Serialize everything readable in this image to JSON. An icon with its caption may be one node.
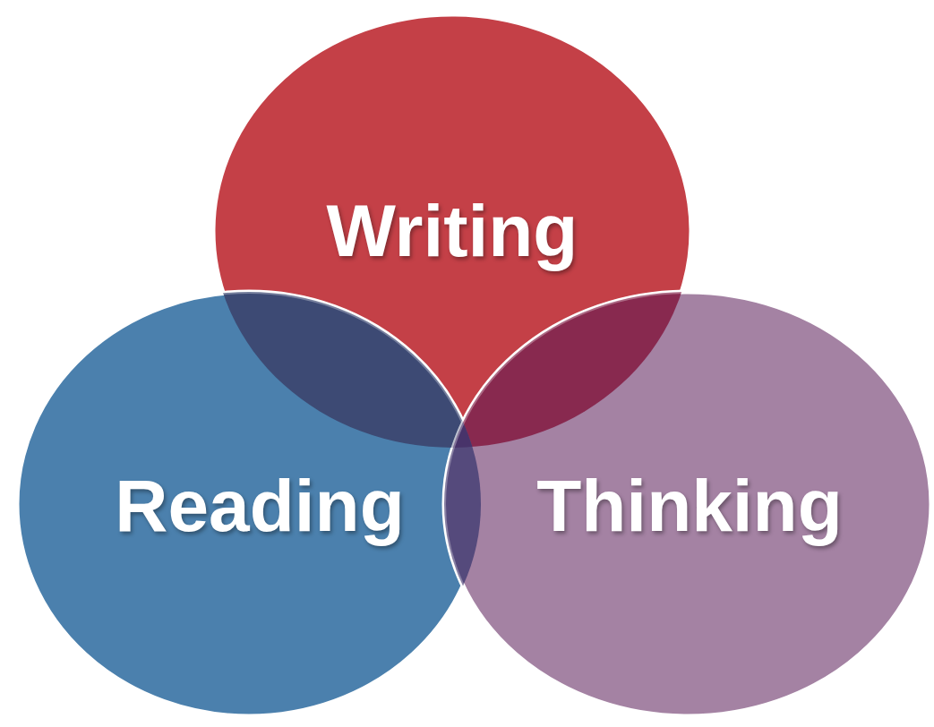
{
  "diagram": {
    "nodes": [
      {
        "text": [
          "Writing"
        ]
      },
      {
        "text": [
          "Reading"
        ]
      },
      {
        "text": [
          "Thinking"
        ]
      }
    ]
  }
}
